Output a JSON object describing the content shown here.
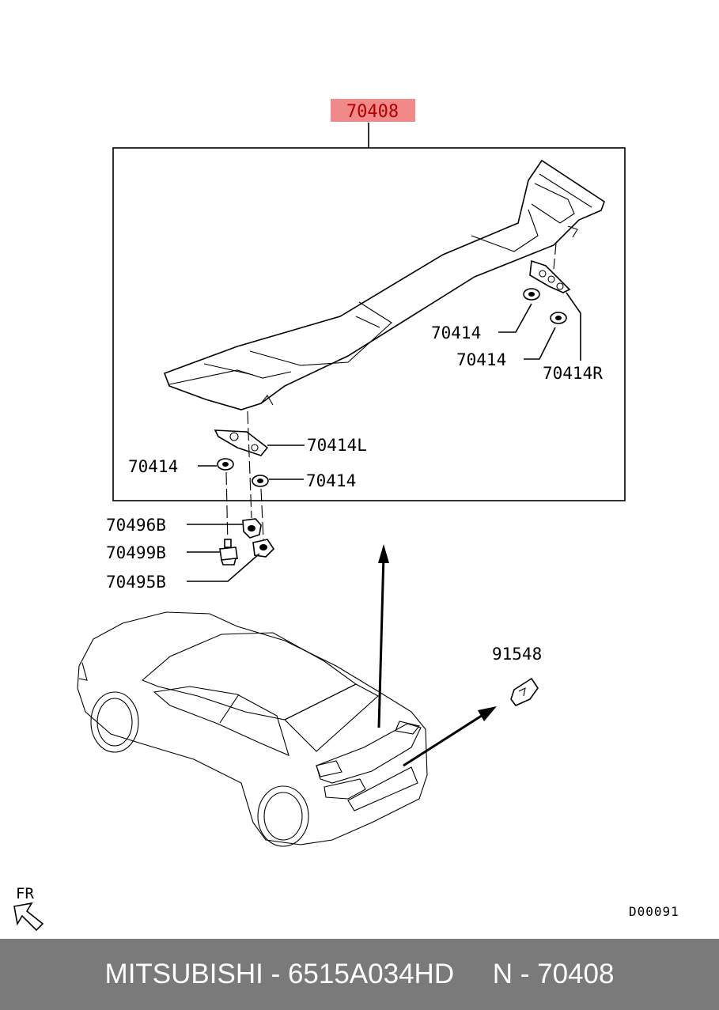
{
  "diagram": {
    "main_part": "70408",
    "callouts": {
      "washer_r1": "70414",
      "washer_r2": "70414",
      "bracket_r": "70414R",
      "bracket_l": "70414L",
      "washer_l1": "70414",
      "washer_l2": "70414",
      "grommet": "70496B",
      "bolt": "70499B",
      "nut": "70495B",
      "clip": "91548"
    },
    "drawing_code": "D00091",
    "direction": "FR"
  },
  "footer": {
    "text": "MITSUBISHI - 6515A034HD     N - 70408"
  },
  "colors": {
    "highlight": "#f08a8a",
    "footer_bg": "#7a7a7a"
  }
}
